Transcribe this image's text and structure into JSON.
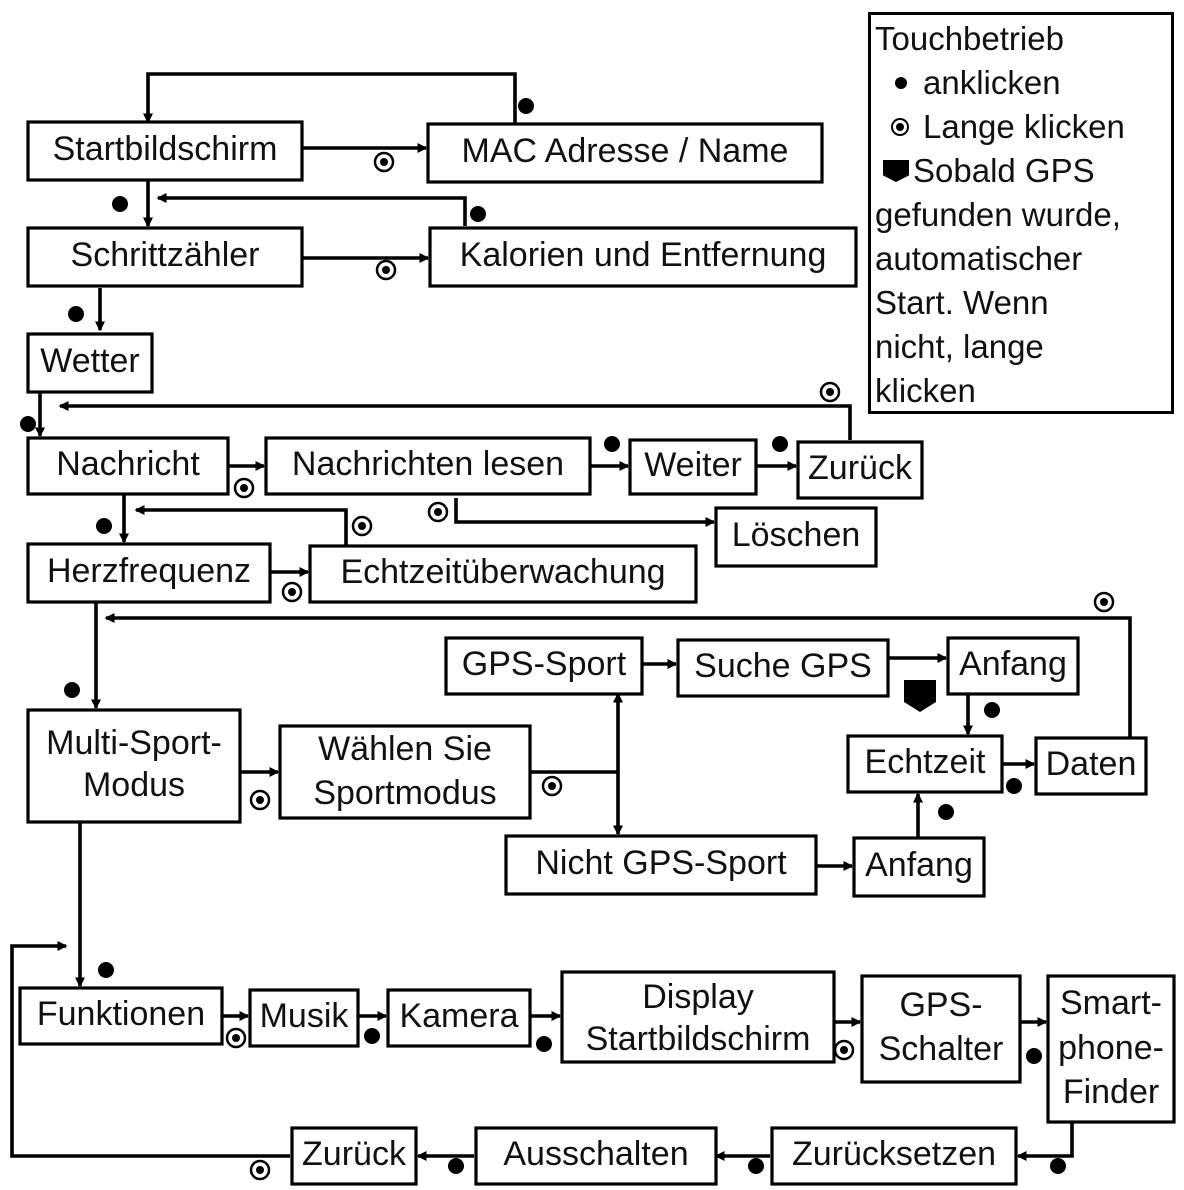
{
  "legend": {
    "title": "Touchbetrieb",
    "tap": "anklicken",
    "long_press": "Lange klicken",
    "gps_line1": "Sobald GPS",
    "gps_rest": [
      "gefunden wurde,",
      "automatischer",
      "Start. Wenn",
      "nicht, lange",
      "klicken"
    ]
  },
  "nodes": {
    "startbildschirm": "Startbildschirm",
    "mac": "MAC Adresse / Name",
    "schrittzaehler": "Schrittzähler",
    "kalorien": "Kalorien und Entfernung",
    "wetter": "Wetter",
    "nachricht": "Nachricht",
    "nachrichten_lesen": "Nachrichten lesen",
    "weiter": "Weiter",
    "zurueck_msg": "Zurück",
    "loeschen": "Löschen",
    "herzfrequenz": "Herzfrequenz",
    "echtzeitueberwachung": "Echtzeitüberwachung",
    "multisport": [
      "Multi-Sport-",
      "Modus"
    ],
    "waehlen": [
      "Wählen Sie",
      "Sportmodus"
    ],
    "gps_sport": "GPS-Sport",
    "suche_gps": "Suche GPS",
    "anfang_gps": "Anfang",
    "echtzeit": "Echtzeit",
    "daten": "Daten",
    "nicht_gps": "Nicht GPS-Sport",
    "anfang_nicht": "Anfang",
    "funktionen": "Funktionen",
    "musik": "Musik",
    "kamera": "Kamera",
    "display": [
      "Display",
      "Startbildschirm"
    ],
    "gps_schalter": [
      "GPS-",
      "Schalter"
    ],
    "finder": [
      "Smart-",
      "phone-",
      "Finder"
    ],
    "zuruecksetzen": "Zurücksetzen",
    "ausschalten": "Ausschalten",
    "zurueck_func": "Zurück"
  }
}
